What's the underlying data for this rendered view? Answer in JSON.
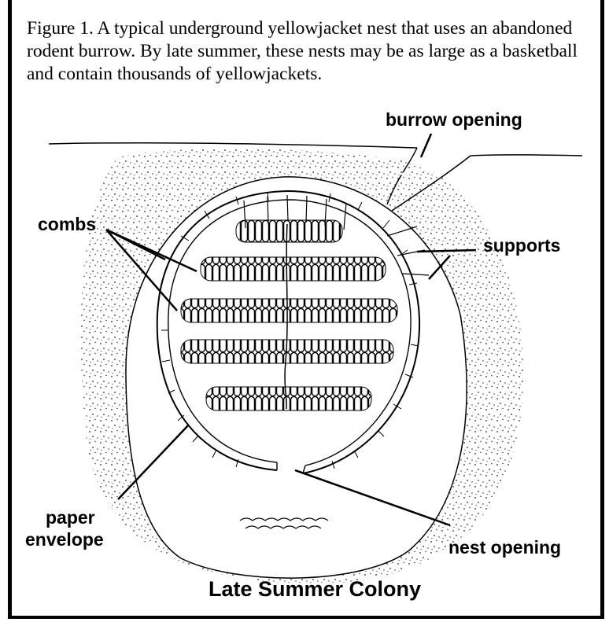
{
  "caption": "Figure 1. A typical underground yellowjacket nest that uses an abandoned rodent burrow. By late summer, these nests may be as large as a basketball and contain thousands of yellowjackets.",
  "labels": {
    "burrow_opening": "burrow opening",
    "combs": "combs",
    "supports": "supports",
    "paper_line1": "paper",
    "paper_line2": "envelope",
    "nest_opening": "nest opening"
  },
  "title": "Late Summer Colony"
}
